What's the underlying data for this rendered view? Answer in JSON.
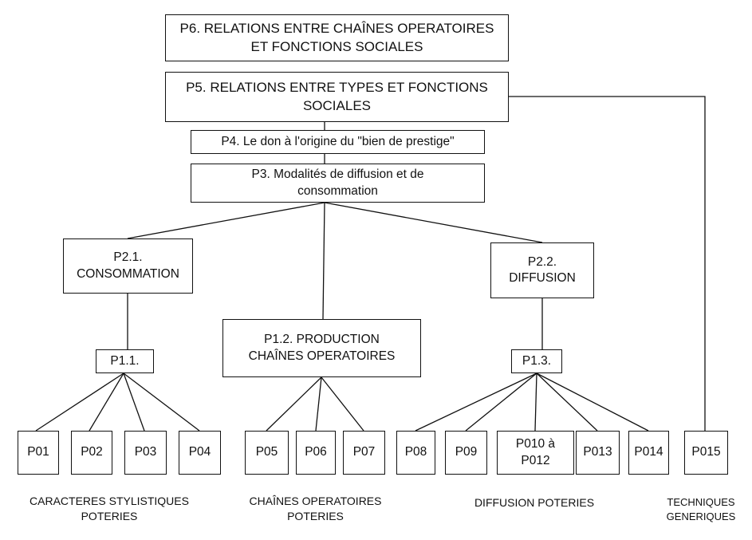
{
  "nodes": {
    "p6": "P6. RELATIONS ENTRE CHAÎNES OPERATOIRES ET FONCTIONS SOCIALES",
    "p5": "P5. RELATIONS ENTRE TYPES ET FONCTIONS SOCIALES",
    "p4": "P4. Le don à l'origine du \"bien de prestige\"",
    "p3": "P3. Modalités de diffusion et de consommation",
    "p21": "P2.1. CONSOMMATION",
    "p22": "P2.2. DIFFUSION",
    "p12": "P1.2. PRODUCTION CHAÎNES OPERATOIRES",
    "p11": "P1.1.",
    "p13": "P1.3.",
    "p01": "P01",
    "p02": "P02",
    "p03": "P03",
    "p04": "P04",
    "p05": "P05",
    "p06": "P06",
    "p07": "P07",
    "p08": "P08",
    "p09": "P09",
    "p010": "P010 à P012",
    "p013": "P013",
    "p014": "P014",
    "p015": "P015"
  },
  "groups": {
    "styl": "CARACTERES STYLISTIQUES POTERIES",
    "chaines": "CHAÎNES OPERATOIRES POTERIES",
    "diffusion": "DIFFUSION POTERIES",
    "techniques": "TECHNIQUES GENERIQUES"
  }
}
